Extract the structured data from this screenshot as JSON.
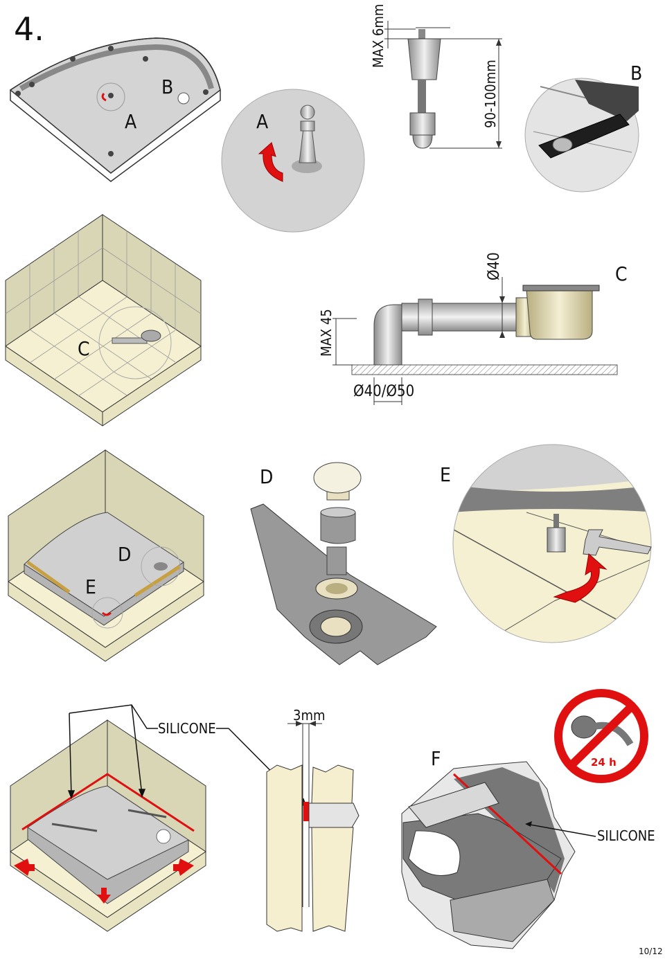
{
  "step_number": "4.",
  "labels": {
    "A_main": "A",
    "B_main": "B",
    "A_detail": "A",
    "B_detail": "B",
    "C_room": "C",
    "C_detail": "C",
    "D_room": "D",
    "E_room": "E",
    "D_detail": "D",
    "E_detail": "E",
    "F_detail": "F"
  },
  "dimensions": {
    "max_thread": "MAX 6mm",
    "leg_height": "90-100mm",
    "pipe_diameter": "Ø40",
    "max_height": "MAX 45",
    "outlet_diameter": "Ø40/Ø50",
    "gap": "3mm"
  },
  "silicone_labels": {
    "left": "SILICONE",
    "right": "SILICONE"
  },
  "prohibition": {
    "duration": "24 h"
  },
  "page_number": "10/12",
  "colors": {
    "accent_red": "#e01010",
    "tile": "#f5f0d2",
    "wall": "#d9d6b6",
    "tray": "#c8c8c8",
    "circle_bg": "#d3d3d3"
  }
}
